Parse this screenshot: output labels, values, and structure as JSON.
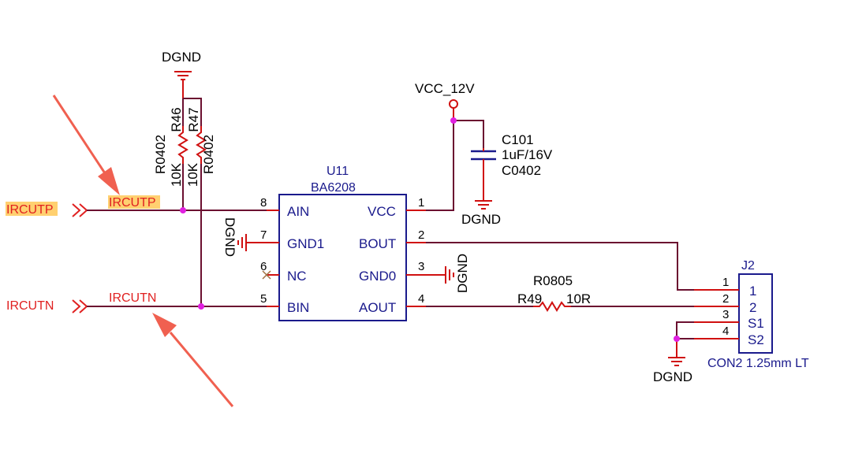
{
  "ground_label": "DGND",
  "power": {
    "label": "VCC_12V"
  },
  "ic": {
    "ref": "U11",
    "part": "BA6208",
    "left_pins": [
      {
        "num": "8",
        "name": "AIN"
      },
      {
        "num": "7",
        "name": "GND1"
      },
      {
        "num": "6",
        "name": "NC"
      },
      {
        "num": "5",
        "name": "BIN"
      }
    ],
    "right_pins": [
      {
        "num": "1",
        "name": "VCC"
      },
      {
        "num": "2",
        "name": "BOUT"
      },
      {
        "num": "3",
        "name": "GND0"
      },
      {
        "num": "4",
        "name": "AOUT"
      }
    ]
  },
  "r46": {
    "ref": "R46",
    "package": "R0402",
    "value": "10K"
  },
  "r47": {
    "ref": "R47",
    "package": "R0402",
    "value": "10K"
  },
  "c101": {
    "ref": "C101",
    "value": "1uF/16V",
    "package": "C0402"
  },
  "r49": {
    "package": "R0805",
    "ref": "R49",
    "value": "10R"
  },
  "j2": {
    "ref": "J2",
    "pins": [
      "1",
      "2",
      "S1",
      "S2"
    ],
    "pin_nums": [
      "1",
      "2",
      "3",
      "4"
    ],
    "description": "CON2 1.25mm LT"
  },
  "nets": {
    "irp_port": "IRCUTP",
    "irp_label": "IRCUTP",
    "irn_port": "IRCUTN",
    "irn_label": "IRCUTN"
  },
  "colors": {
    "wire": "#6b1030",
    "pin": "#d01010",
    "body": "#1a1a8c",
    "arrow": "#f06050",
    "junction": "#e020e0",
    "highlight": "#ffd070"
  }
}
